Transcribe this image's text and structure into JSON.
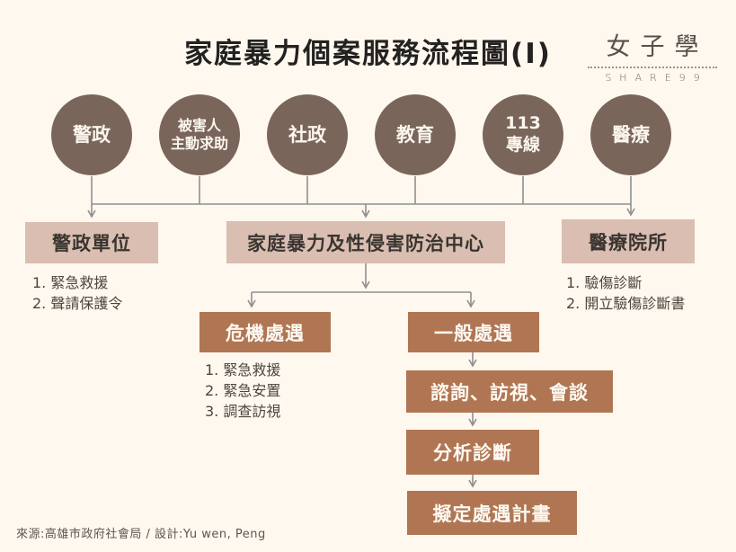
{
  "title": "家庭暴力個案服務流程圖(I)",
  "logo": {
    "name": "女子學",
    "tagline": "SHARE99"
  },
  "credit": "來源:高雄市政府社會局 / 設計:Yu wen, Peng",
  "colors": {
    "background": "#fff8ef",
    "source_circle": "#7a655a",
    "light_box": "#d9beb1",
    "dark_box": "#b07653",
    "connector_line": "#8f8f8f"
  },
  "sources": [
    {
      "label": "警政"
    },
    {
      "label": "被害人\n主動求助"
    },
    {
      "label": "社政"
    },
    {
      "label": "教育"
    },
    {
      "label": "113\n專線"
    },
    {
      "label": "醫療"
    }
  ],
  "flow": {
    "police_unit": {
      "label": "警政單位",
      "items": [
        "1. 緊急救援",
        "2. 聲請保護令"
      ]
    },
    "prevention_center": {
      "label": "家庭暴力及性侵害防治中心"
    },
    "medical_institution": {
      "label": "醫療院所",
      "items": [
        "1. 驗傷診斷",
        "2. 開立驗傷診斷書"
      ]
    },
    "crisis_treatment": {
      "label": "危機處遇",
      "items": [
        "1. 緊急救援",
        "2. 緊急安置",
        "3. 調查訪視"
      ]
    },
    "general_treatment": {
      "label": "一般處遇"
    },
    "general_steps": [
      "諮詢、訪視、會談",
      "分析診斷",
      "擬定處遇計畫"
    ]
  }
}
